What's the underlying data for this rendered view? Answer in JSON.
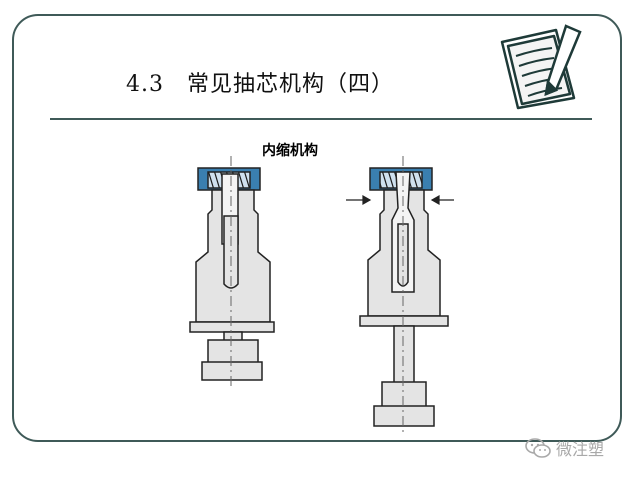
{
  "slide": {
    "title": "4.3　常见抽芯机构（四）",
    "caption": "内缩机构"
  },
  "watermark": {
    "text": "微注塑",
    "icon": "wechat-icon"
  },
  "icons": {
    "notebook": "notebook-pen-icon"
  },
  "colors": {
    "frame": "#3f5a58",
    "part_blue": "#3a7fb0",
    "mold_gray": "#e4e4e4"
  }
}
